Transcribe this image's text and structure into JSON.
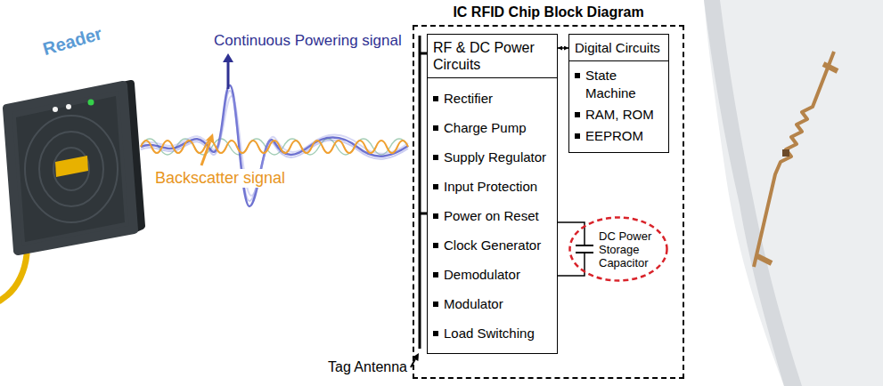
{
  "diagram": {
    "nodes": [
      {
        "text": [
          "IC RFID Chip Block Diagram"
        ]
      },
      {
        "text": [
          "RF & DC Power Circuits",
          "Rectifier",
          "Charge Pump",
          "Supply Regulator",
          "Input Protection",
          "Power on Reset",
          "Clock Generator",
          "Demodulator",
          "Modulator",
          "Load Switching"
        ],
        "in": 0
      },
      {
        "text": [
          "Digital Circuits",
          "State Machine",
          "RAM, ROM",
          "EEPROM"
        ],
        "in": 0
      },
      {
        "text": [
          "DC Power Storage Capacitor"
        ],
        "in": 0
      }
    ],
    "edges": [
      {
        "from": 1,
        "to": 2,
        "arrow": "both"
      },
      {
        "from": 1,
        "to": 3,
        "arrow": "none"
      }
    ],
    "labels": [
      "Reader",
      "Continuous Powering signal",
      "Backscatter signal",
      "Tag Antenna"
    ]
  }
}
